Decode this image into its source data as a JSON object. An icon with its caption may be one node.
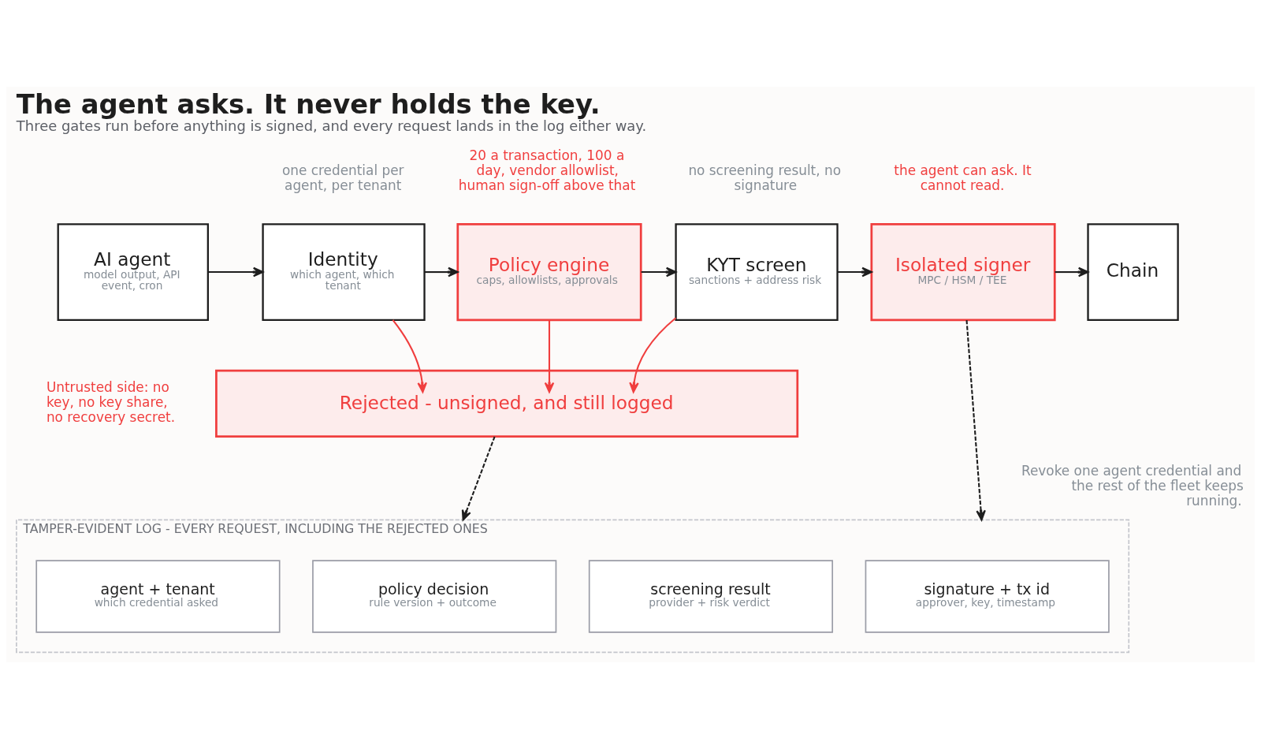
{
  "diagram": {
    "title": "The agent asks. It never holds the key.",
    "caption": "Three gates run before anything is signed, and every request lands in the log either way.",
    "nodes": [
      {
        "text": [
          "AI agent",
          "model output, API event, cron"
        ]
      },
      {
        "text": [
          "Identity",
          "which agent, which tenant"
        ],
        "beside": [
          "one credential per agent, per tenant"
        ]
      },
      {
        "text": [
          "Policy engine",
          "caps, allowlists, approvals"
        ],
        "beside": [
          "20 a transaction, 100 a day, vendor allowlist, human sign-off above that"
        ]
      },
      {
        "text": [
          "KYT screen",
          "sanctions + address risk"
        ],
        "beside": [
          "no screening result, no signature"
        ]
      },
      {
        "text": [
          "Isolated signer",
          "MPC / HSM / TEE"
        ],
        "beside": [
          "the agent can ask. It cannot read."
        ]
      },
      {
        "text": [
          "Chain"
        ]
      },
      {
        "text": [
          "Rejected - unsigned, and still logged"
        ]
      },
      {
        "text": [
          "TAMPER-EVIDENT LOG - EVERY REQUEST, INCLUDING THE REJECTED ONES"
        ]
      },
      {
        "text": [
          "agent + tenant",
          "which credential asked"
        ],
        "in": 7
      },
      {
        "text": [
          "policy decision",
          "rule version + outcome"
        ],
        "in": 7
      },
      {
        "text": [
          "screening result",
          "provider + risk verdict"
        ],
        "in": 7
      },
      {
        "text": [
          "signature + tx id",
          "approver, key, timestamp"
        ],
        "in": 7
      }
    ],
    "edges": [
      {
        "from": 0,
        "to": 1,
        "arrow": "to"
      },
      {
        "from": 1,
        "to": 2,
        "arrow": "to"
      },
      {
        "from": 2,
        "to": 3,
        "arrow": "to"
      },
      {
        "from": 3,
        "to": 4,
        "arrow": "to"
      },
      {
        "from": 4,
        "to": 5,
        "arrow": "to"
      },
      {
        "from": 1,
        "to": 6,
        "arrow": "to",
        "color": "#f03e3e"
      },
      {
        "from": 2,
        "to": 6,
        "arrow": "to",
        "color": "#f03e3e"
      },
      {
        "from": 3,
        "to": 6,
        "arrow": "to",
        "color": "#f03e3e"
      },
      {
        "from": 6,
        "to": 7,
        "arrow": "to",
        "style": "dashed"
      },
      {
        "from": 4,
        "to": 7,
        "arrow": "to",
        "style": "dashed"
      }
    ],
    "labels": [
      "Untrusted side: no key, no key share, no recovery secret.",
      "Revoke one agent credential and the rest of the fleet keeps running."
    ]
  }
}
